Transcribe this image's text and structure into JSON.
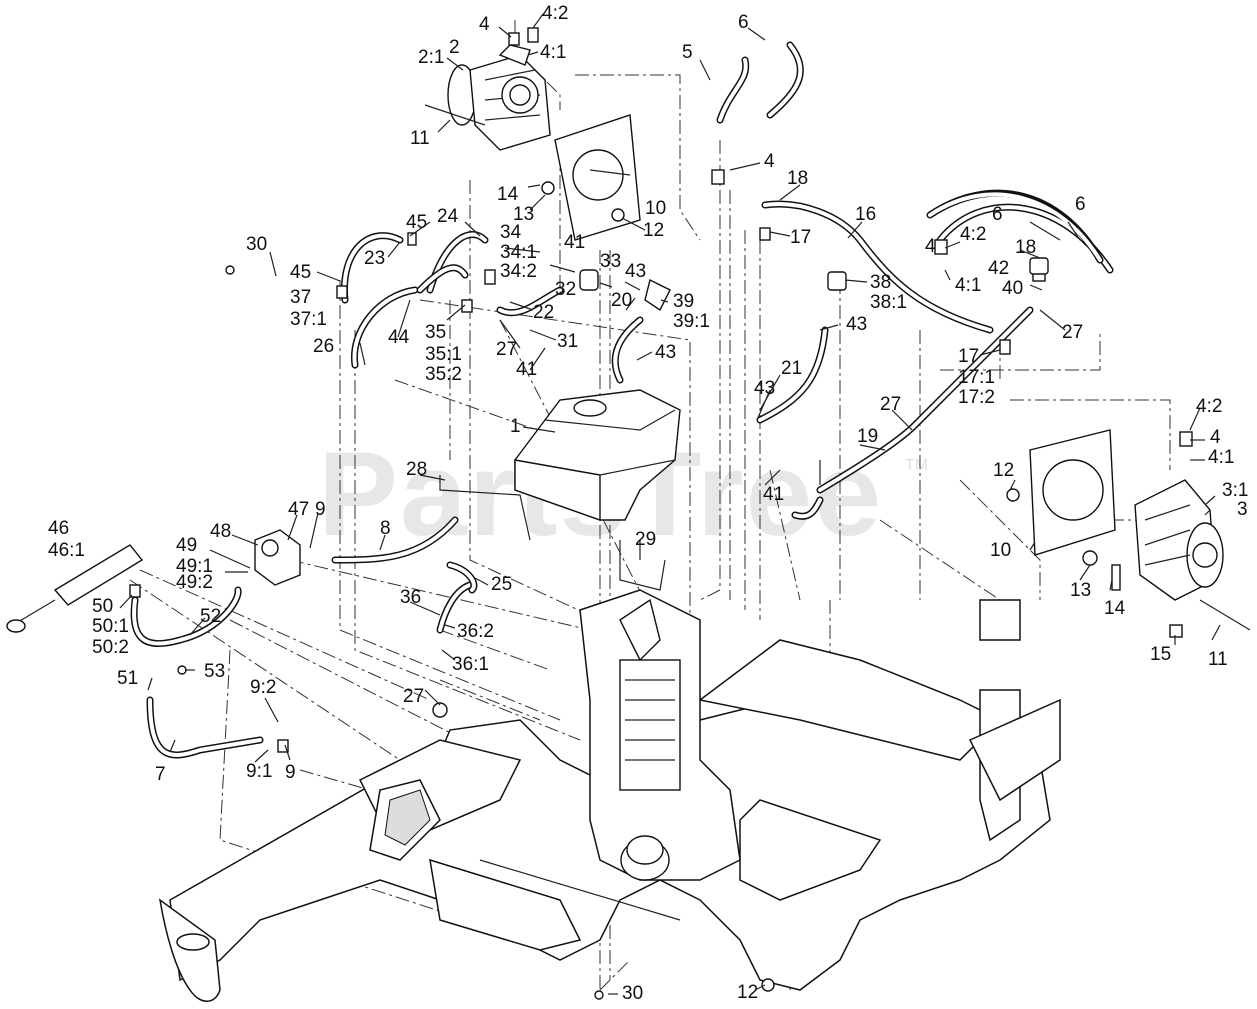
{
  "watermark": {
    "text": "PartsTree",
    "mark": "TM"
  },
  "callouts": [
    "2:1",
    "2",
    "4",
    "4:2",
    "4:1",
    "11",
    "5",
    "6",
    "4",
    "14",
    "13",
    "10",
    "12",
    "18",
    "17",
    "16",
    "45",
    "24",
    "23",
    "30",
    "34",
    "34:1",
    "34:2",
    "41",
    "33",
    "43",
    "32",
    "38",
    "38:1",
    "45",
    "37",
    "37:1",
    "22",
    "20",
    "39",
    "39:1",
    "43",
    "35",
    "35:1",
    "35:2",
    "26",
    "44",
    "27",
    "31",
    "41",
    "43",
    "21",
    "43",
    "1",
    "4",
    "4:2",
    "4:1",
    "6",
    "6",
    "18",
    "42",
    "40",
    "27",
    "17",
    "17:1",
    "17:2",
    "4:2",
    "4",
    "4:1",
    "27",
    "19",
    "12",
    "28",
    "41",
    "3:1",
    "3",
    "10",
    "13",
    "14",
    "15",
    "11",
    "46",
    "46:1",
    "48",
    "47",
    "9",
    "49",
    "49:1",
    "49:2",
    "8",
    "29",
    "25",
    "50",
    "50:1",
    "50:2",
    "52",
    "36",
    "36:2",
    "36:1",
    "51",
    "53",
    "27",
    "9:2",
    "7",
    "9:1",
    "9",
    "12",
    "30"
  ]
}
